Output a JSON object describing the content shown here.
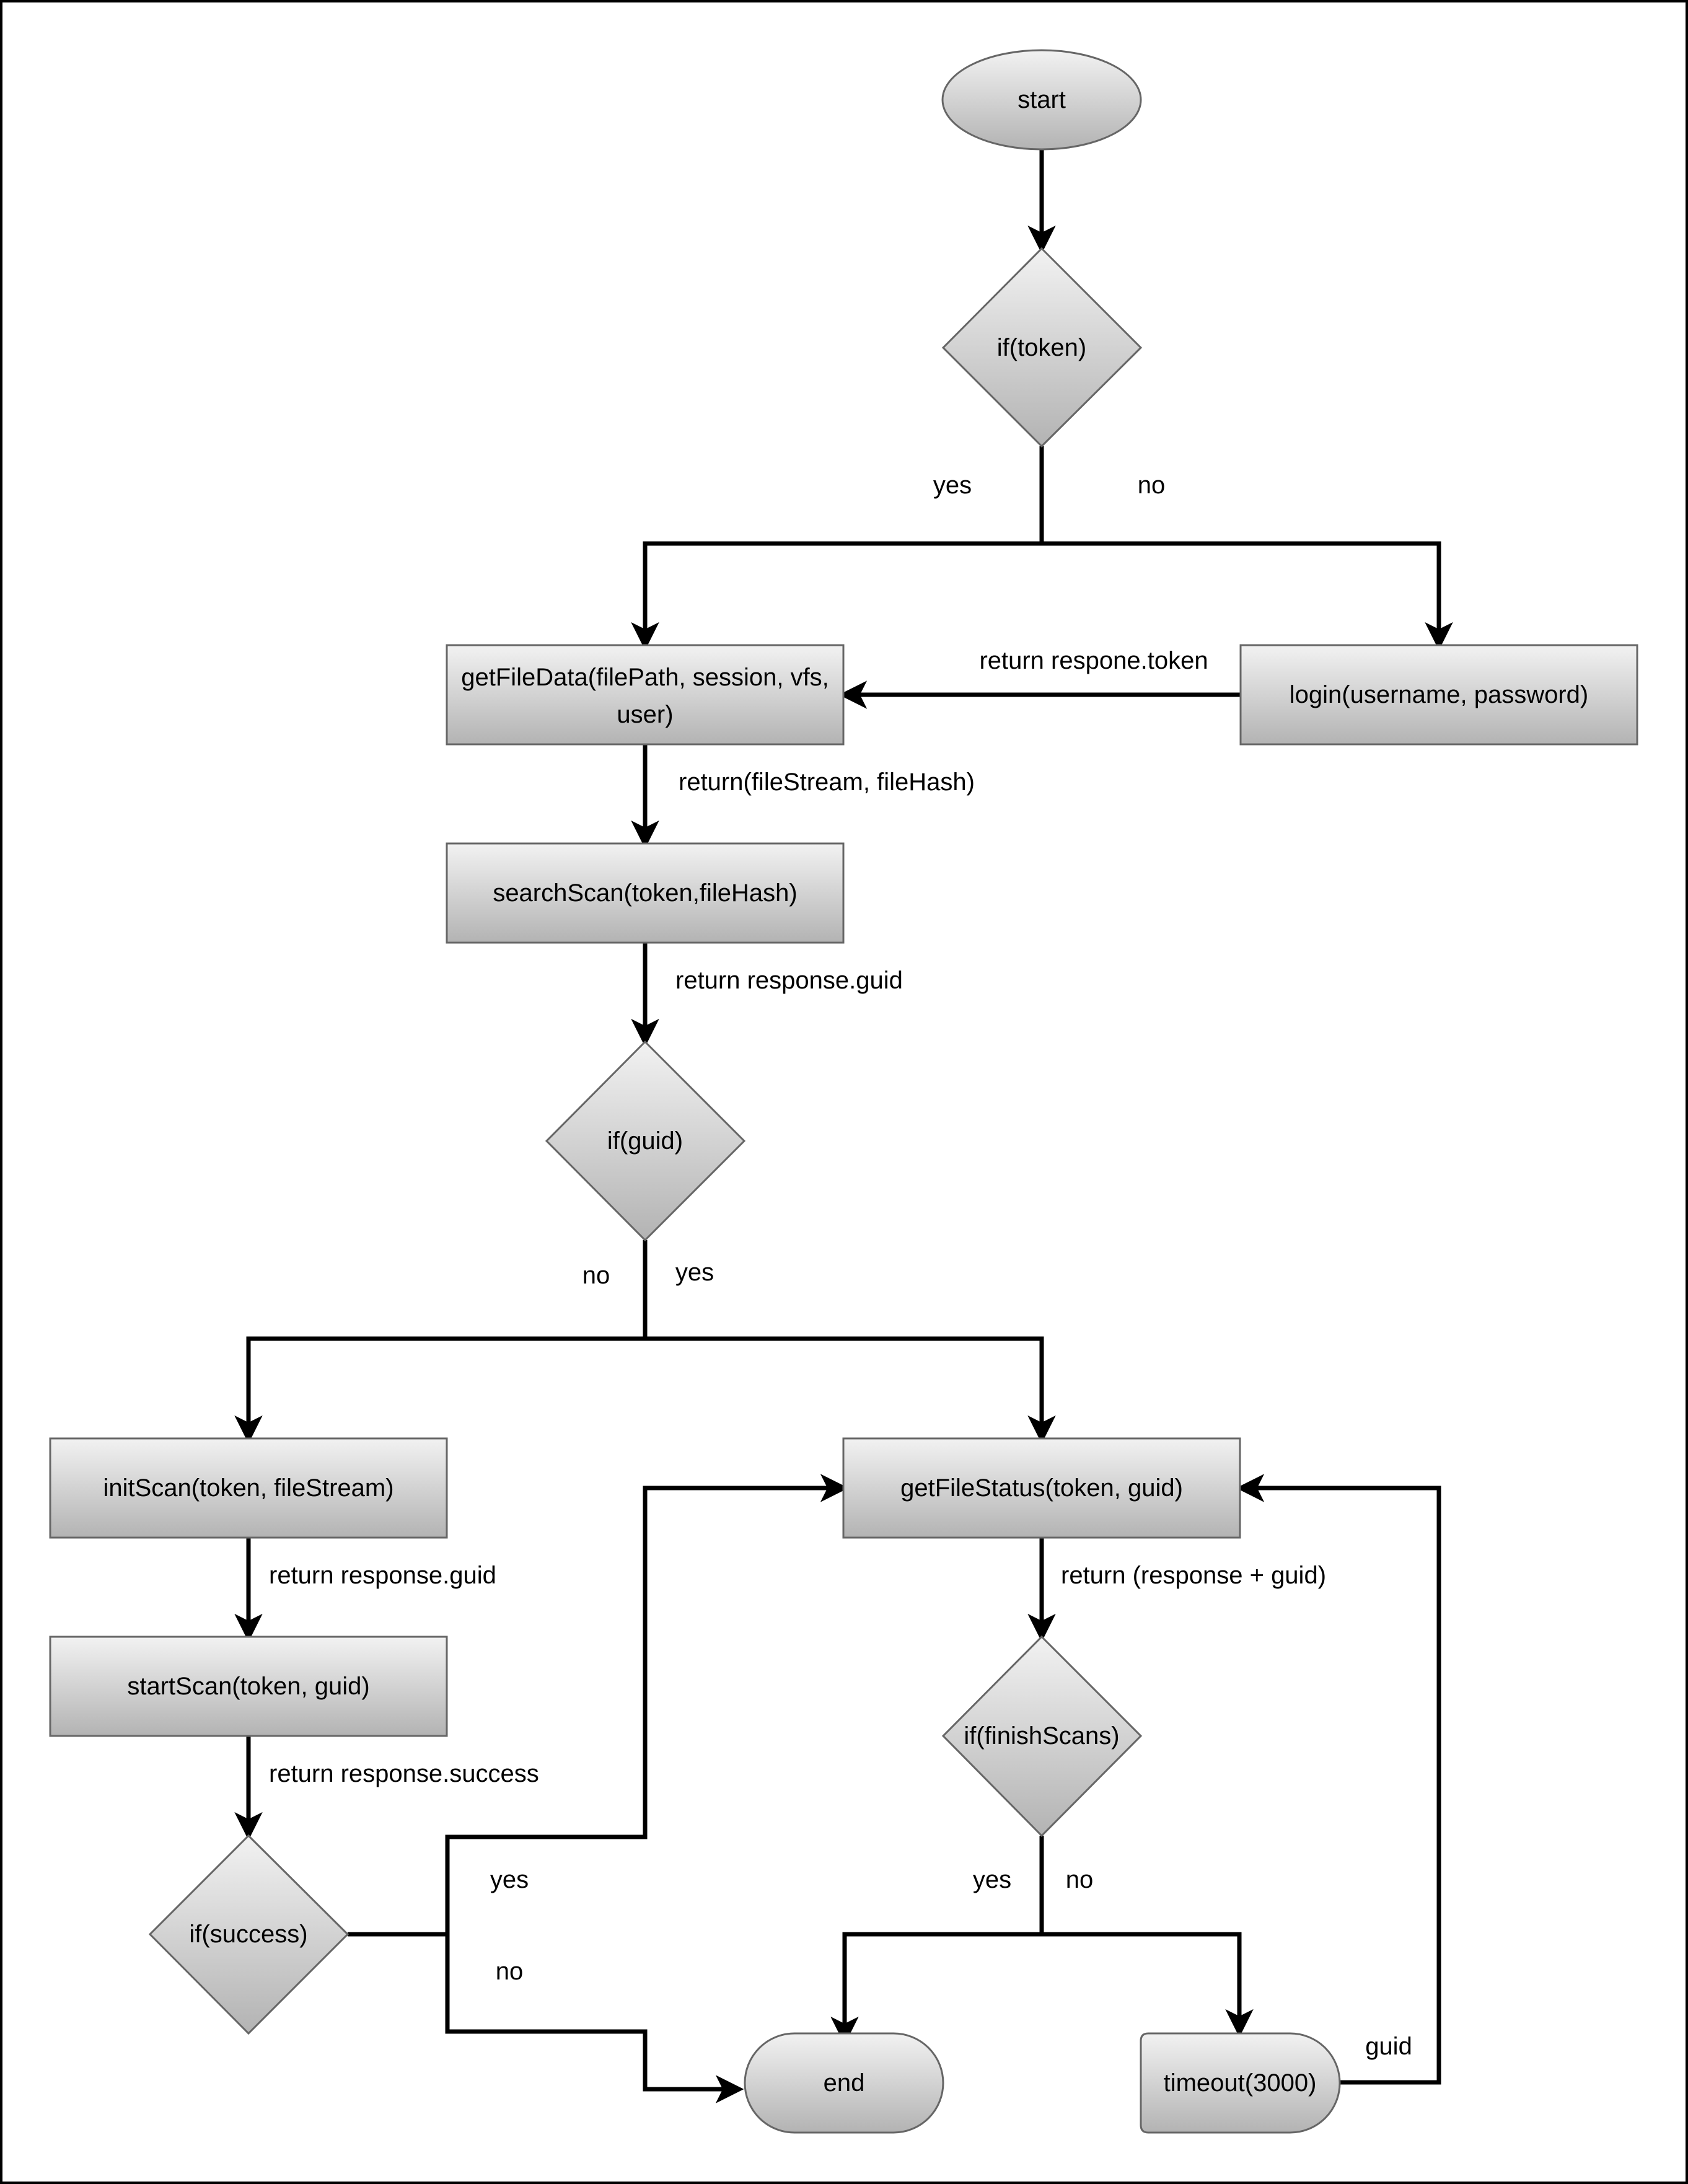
{
  "nodes": {
    "start": "start",
    "if_token": "if(token)",
    "get_file_data_line1": "getFileData(filePath, session, vfs,",
    "get_file_data_line2": "user)",
    "login": "login(username, password)",
    "search_scan": "searchScan(token,fileHash)",
    "if_guid": "if(guid)",
    "init_scan": "initScan(token, fileStream)",
    "start_scan": "startScan(token, guid)",
    "if_success": "if(success)",
    "get_file_status": "getFileStatus(token, guid)",
    "if_finish_scans": "if(finishScans)",
    "end": "end",
    "timeout": "timeout(3000)"
  },
  "edge_labels": {
    "token_yes": "yes",
    "token_no": "no",
    "return_token": "return respone.token",
    "return_file_stream": "return(fileStream, fileHash)",
    "return_guid_search": "return response.guid",
    "guid_no": "no",
    "guid_yes": "yes",
    "return_guid_init": "return response.guid",
    "return_success": "return response.success",
    "success_yes": "yes",
    "success_no": "no",
    "return_status": "return (response + guid)",
    "finish_yes": "yes",
    "finish_no": "no",
    "timeout_guid": "guid"
  },
  "colors": {
    "node_fill_top": "#f2f2f2",
    "node_fill_bottom": "#b3b3b3",
    "node_stroke": "#666666",
    "edge": "#000000"
  }
}
